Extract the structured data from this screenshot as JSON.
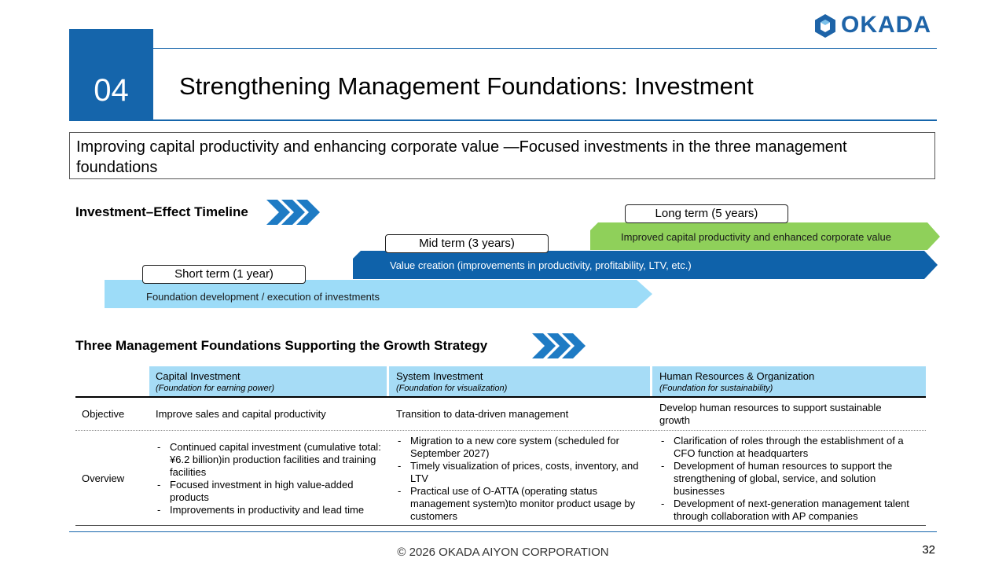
{
  "header": {
    "section_number": "04",
    "title": "Strengthening Management Foundations: Investment",
    "logo_text": "OKADA"
  },
  "subtitle": "Improving capital productivity and enhancing corporate value —Focused investments in the three management foundations",
  "timeline": {
    "heading": "Investment–Effect Timeline",
    "terms": [
      {
        "label": "Short term (1 year)",
        "description": "Foundation development / execution of investments",
        "color": "#9ddcf8"
      },
      {
        "label": "Mid term (3 years)",
        "description": "Value creation (improvements in productivity, profitability, LTV, etc.)",
        "color": "#0f62aa"
      },
      {
        "label": "Long term (5 years)",
        "description": "Improved capital productivity and enhanced corporate value",
        "color": "#8fd05a"
      }
    ]
  },
  "foundations": {
    "heading": "Three Management Foundations Supporting the Growth Strategy",
    "columns": [
      {
        "title": "Capital Investment",
        "subtitle": "(Foundation for earning power)"
      },
      {
        "title": "System Investment",
        "subtitle": "(Foundation for visualization)"
      },
      {
        "title": "Human Resources & Organization",
        "subtitle": "(Foundation for sustainability)"
      }
    ],
    "rows": {
      "objective": {
        "label": "Objective",
        "cells": [
          "Improve sales and capital productivity",
          "Transition to data-driven management",
          "Develop human resources to support sustainable growth"
        ]
      },
      "overview": {
        "label": "Overview",
        "capital": [
          "Continued capital investment (cumulative total: ¥6.2 billion)in production facilities and training facilities",
          "Focused investment in high value-added products",
          "Improvements in productivity and lead time"
        ],
        "system": [
          "Migration to a new core system (scheduled for September 2027)",
          "Timely visualization of prices, costs, inventory, and LTV",
          "Practical use of O-ATTA (operating status management system)to monitor product usage by customers"
        ],
        "hr": [
          "Clarification of roles through the establishment of a CFO function at headquarters",
          "Development of human resources to support the strengthening of global, service, and solution businesses",
          "Development of next-generation management talent through collaboration with AP companies"
        ]
      }
    }
  },
  "footer": {
    "copyright": "© 2026 OKADA AIYON CORPORATION",
    "page_number": "32"
  },
  "colors": {
    "brand_blue": "#1565ab",
    "header_cell": "#a6dcf6"
  }
}
